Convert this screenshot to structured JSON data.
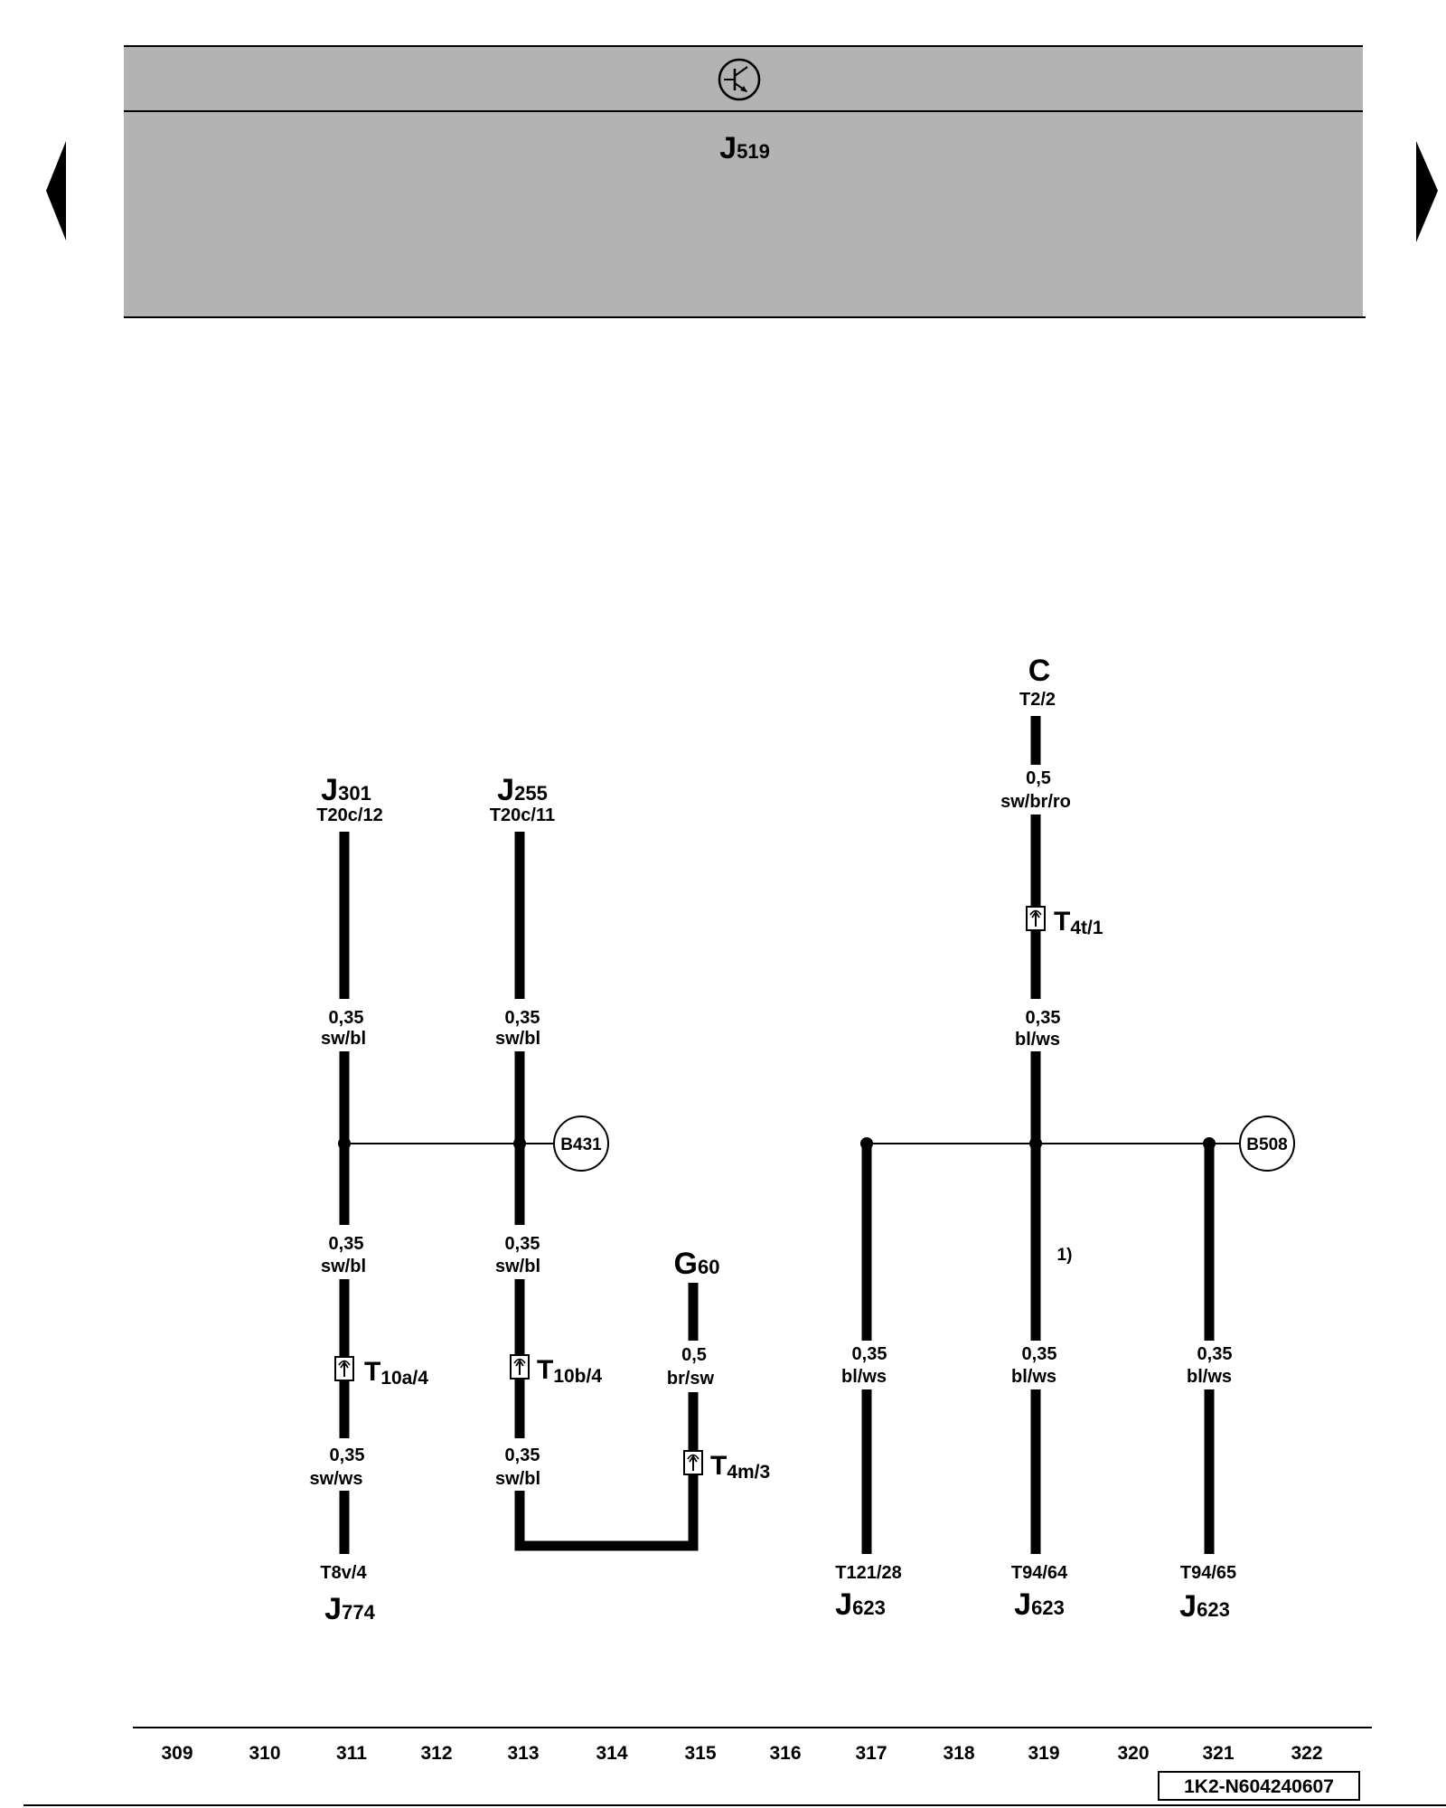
{
  "header": {
    "module": {
      "letter": "J",
      "number": "519"
    }
  },
  "components": {
    "j301": {
      "letter": "J",
      "number": "301",
      "pin": "T20c/12"
    },
    "j255": {
      "letter": "J",
      "number": "255",
      "pin": "T20c/11"
    },
    "c": {
      "letter": "C",
      "pin": "T2/2"
    },
    "g60": {
      "letter": "G",
      "number": "60"
    },
    "j774": {
      "letter": "J",
      "number": "774",
      "pin": "T8v/4"
    },
    "j623_t121": {
      "letter": "J",
      "number": "623",
      "pin": "T121/28"
    },
    "j623_t94_64": {
      "letter": "J",
      "number": "623",
      "pin": "T94/64"
    },
    "j623_t94_65": {
      "letter": "J",
      "number": "623",
      "pin": "T94/65"
    }
  },
  "connectors": {
    "t10a": {
      "letter": "T",
      "code": "10a/4"
    },
    "t10b": {
      "letter": "T",
      "code": "10b/4"
    },
    "t4m": {
      "letter": "T",
      "code": "4m/3"
    },
    "t4t": {
      "letter": "T",
      "code": "4t/1"
    }
  },
  "junctions": {
    "b431": "B431",
    "b508": "B508"
  },
  "wires": {
    "w1_a": {
      "size": "0,35",
      "color": "sw/bl"
    },
    "w1_b": {
      "size": "0,35",
      "color": "sw/bl"
    },
    "w1_c": {
      "size": "0,35",
      "color": "sw/ws"
    },
    "w2_a": {
      "size": "0,35",
      "color": "sw/bl"
    },
    "w2_b": {
      "size": "0,35",
      "color": "sw/bl"
    },
    "w2_c": {
      "size": "0,35",
      "color": "sw/bl"
    },
    "w3": {
      "size": "0,5",
      "color": "br/sw"
    },
    "w4_a": {
      "size": "0,5",
      "color": "sw/br/ro"
    },
    "w4_b": {
      "size": "0,35",
      "color": "bl/ws"
    },
    "w5": {
      "size": "0,35",
      "color": "bl/ws"
    },
    "w6": {
      "size": "0,35",
      "color": "bl/ws"
    },
    "w7": {
      "size": "0,35",
      "color": "bl/ws"
    }
  },
  "footnote": "1)",
  "footer": {
    "grid": [
      "309",
      "310",
      "311",
      "312",
      "313",
      "314",
      "315",
      "316",
      "317",
      "318",
      "319",
      "320",
      "321",
      "322"
    ],
    "document_id": "1K2-N604240607"
  },
  "icons": {
    "header_symbol": "transistor-in-circle-icon",
    "connector": "connector-arrow-icon",
    "prev": "triangle-left-icon",
    "next": "triangle-right-icon"
  },
  "colors": {
    "header_fill": "#b3b3b3",
    "ink": "#000000"
  }
}
